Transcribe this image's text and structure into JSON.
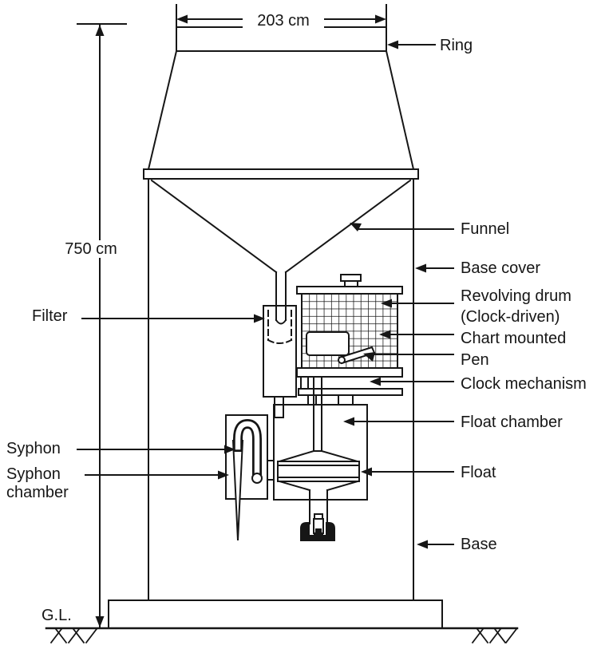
{
  "diagram": {
    "kind": "natural-syphon-recording-rain-gauge",
    "colors": {
      "ink": "#161616",
      "paper": "#ffffff"
    }
  },
  "dimensions": {
    "top_width": "203 cm",
    "total_height": "750 cm"
  },
  "labels": {
    "ring": "Ring",
    "funnel": "Funnel",
    "base_cover": "Base cover",
    "revolving_drum": "Revolving drum",
    "clock_driven": "(Clock-driven)",
    "chart_mounted": "Chart mounted",
    "pen": "Pen",
    "clock_mechanism": "Clock mechanism",
    "float_chamber": "Float chamber",
    "float": "Float",
    "base": "Base",
    "filter": "Filter",
    "syphon": "Syphon",
    "syphon_chamber_line1": "Syphon",
    "syphon_chamber_line2": "chamber",
    "ground_level": "G.L."
  }
}
